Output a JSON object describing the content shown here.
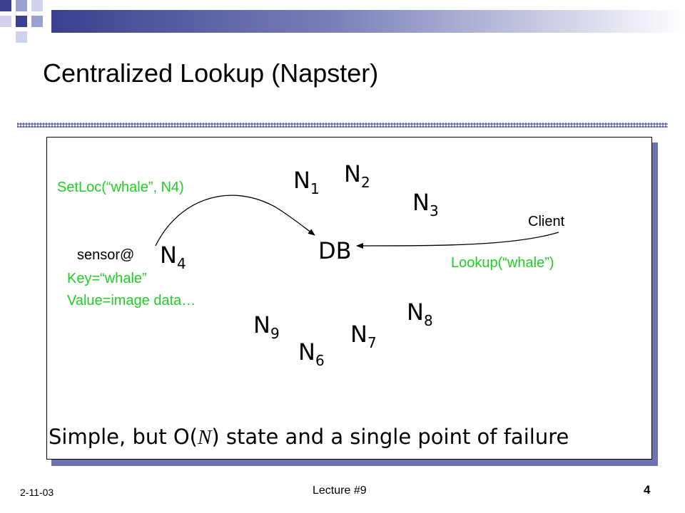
{
  "slide": {
    "title": "Centralized Lookup (Napster)",
    "caption_before": "Simple, but O(",
    "caption_var": "N",
    "caption_after": ") state and a single point of failure"
  },
  "diagram": {
    "nodes": [
      {
        "id": "n1",
        "letter": "N",
        "sub": "1"
      },
      {
        "id": "n2",
        "letter": "N",
        "sub": "2"
      },
      {
        "id": "n3",
        "letter": "N",
        "sub": "3"
      },
      {
        "id": "n4",
        "letter": "N",
        "sub": "4"
      },
      {
        "id": "n6",
        "letter": "N",
        "sub": "6"
      },
      {
        "id": "n7",
        "letter": "N",
        "sub": "7"
      },
      {
        "id": "n8",
        "letter": "N",
        "sub": "8"
      },
      {
        "id": "n9",
        "letter": "N",
        "sub": "9"
      }
    ],
    "db_label": "DB",
    "client_label": "Client",
    "sensor_label": "sensor@",
    "setloc_label": "SetLoc(“whale”, N4)",
    "key_label": "Key=“whale”",
    "value_label": "Value=image data…",
    "lookup_label": "Lookup(“whale”)"
  },
  "footer": {
    "date": "2-11-03",
    "lecture": "Lecture #9",
    "page_number": "4"
  },
  "colors": {
    "green_text": "#1fcf24",
    "accent_blue": "#3a3f8f",
    "shadow_blue": "#6e73b3"
  }
}
